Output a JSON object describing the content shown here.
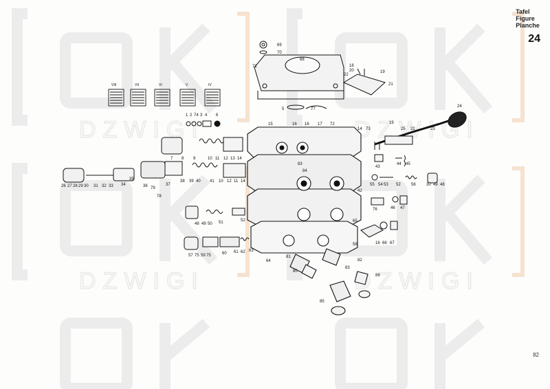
{
  "header": {
    "label_de": "Tafel",
    "label_en": "Figure",
    "label_fr": "Planche",
    "plate_number": "24"
  },
  "page_number": "82",
  "watermark": {
    "logo_text": "OK",
    "brand_text": "DZWIGI",
    "color": "#e6e6e6",
    "accent": "#f5dcc4"
  },
  "callouts": {
    "n69": "69",
    "n70": "70",
    "n68": "68",
    "n71": "71",
    "n18": "18",
    "n20": "20",
    "n22": "22",
    "n19": "19",
    "n21": "21",
    "n5": "5",
    "n77": "77",
    "s8": "VIII",
    "s7": "VII",
    "s6": "VI",
    "s5": "V",
    "s4": "IV",
    "a1": "1",
    "a2": "2",
    "a74": "74",
    "a3": "3",
    "a4": "4",
    "a6": "6",
    "b15": "15",
    "b16": "16",
    "b16b": "16",
    "b17": "17",
    "b72": "72",
    "b14": "14",
    "b73": "73",
    "c19": "19",
    "c25": "25",
    "c22": "22",
    "c23": "23",
    "c24": "24",
    "d7": "7",
    "d8": "8",
    "d9": "9",
    "d10": "10",
    "d11": "11",
    "d12": "12",
    "d13": "13",
    "d14": "14",
    "e83": "83",
    "e84": "84",
    "e43": "43",
    "e44": "44",
    "e45": "45",
    "f26": "26",
    "f27": "27",
    "f28": "28",
    "f29": "29",
    "f30": "30",
    "f31": "31",
    "f32": "32",
    "f33": "33",
    "f34": "34",
    "f35": "35",
    "f36": "36",
    "f79": "79",
    "f37": "37",
    "f78": "78",
    "f38": "38",
    "f39": "39",
    "f40": "40",
    "g41": "41",
    "g10": "10",
    "g12": "12",
    "g11": "11",
    "g14": "14",
    "h42": "42",
    "h55": "55",
    "h54": "54",
    "h53": "53",
    "h52": "52",
    "h56": "56",
    "h30": "30",
    "h49": "49",
    "h48": "48",
    "i76": "76",
    "i46": "46",
    "i47": "47",
    "j48": "48",
    "j49": "49",
    "j50": "50",
    "j51": "51",
    "j52": "52",
    "k65": "65",
    "k58": "58",
    "k16": "16",
    "k66": "66",
    "k67": "67",
    "m57": "57",
    "m75": "75",
    "m59": "59",
    "m75b": "75",
    "m60": "60",
    "m61": "61",
    "m62": "62",
    "m63": "63",
    "m64": "64",
    "p81": "81",
    "p80": "80",
    "p83": "83",
    "p82": "82",
    "p86": "86",
    "p85": "85"
  }
}
